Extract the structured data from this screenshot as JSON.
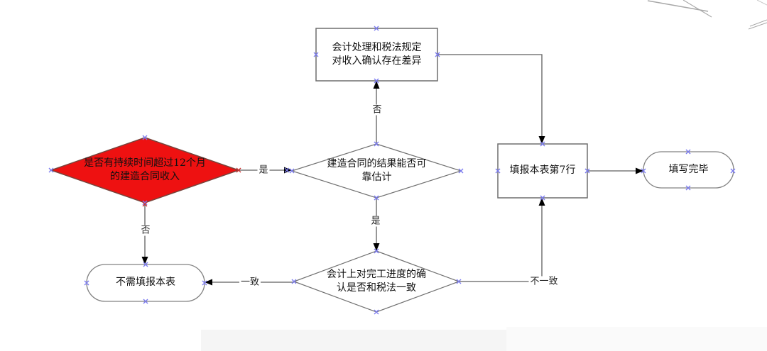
{
  "diagram": {
    "name": "construction-contract-revenue-flowchart",
    "nodes": {
      "start_decision": {
        "shape": "diamond",
        "lines": [
          "是否有持续时间超过12个月",
          "的建造合同收入"
        ]
      },
      "difference_process": {
        "shape": "rect",
        "lines": [
          "会计处理和税法规定",
          "对收入确认存在差异"
        ]
      },
      "reliable_decision": {
        "shape": "diamond",
        "lines": [
          "建造合同的结果能否可",
          "靠估计"
        ]
      },
      "row7_process": {
        "shape": "rect",
        "lines": [
          "填报本表第7行"
        ]
      },
      "complete_terminator": {
        "shape": "terminator",
        "lines": [
          "填写完毕"
        ]
      },
      "not_needed_terminator": {
        "shape": "terminator",
        "lines": [
          "不需填报本表"
        ]
      },
      "consistent_decision": {
        "shape": "diamond",
        "lines": [
          "会计上对完工进度的确",
          "认是否和税法一致"
        ]
      }
    },
    "edge_labels": {
      "yes1": "是",
      "no1": "否",
      "yes2": "是",
      "no2": "否",
      "consistent": "一致",
      "inconsistent": "不一致"
    },
    "colors": {
      "start_fill": "#ee1111",
      "node_fill": "#ffffff",
      "node_border": "#707070",
      "connector": "#5f5f5f",
      "arrowhead": "#000000",
      "handle_blue": "#7b7bf0",
      "handle_red": "#cc3333",
      "text": "#111111",
      "bottom_band": "#f5f5f5"
    }
  }
}
